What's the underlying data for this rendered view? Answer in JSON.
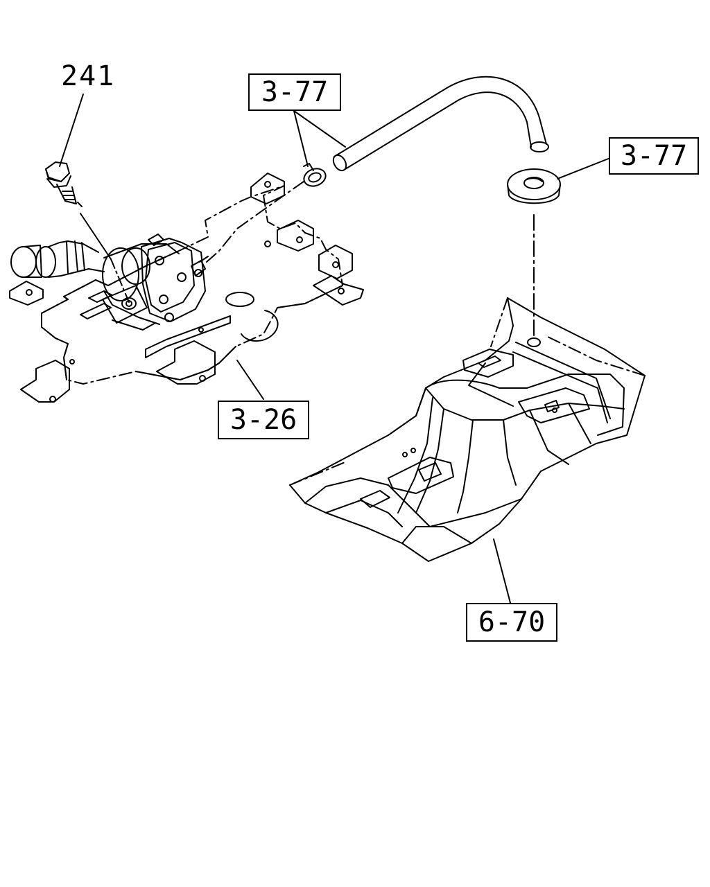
{
  "labels": {
    "bolt": "241",
    "hose_ref": "3-77",
    "grommet_ref": "3-77",
    "bracket_ref": "3-26",
    "floor_ref": "6-70"
  },
  "colors": {
    "line": "#000000",
    "background": "#ffffff"
  },
  "icons": {
    "bolt": "bolt-icon",
    "actuator": "actuator-icon",
    "hose": "hose-icon",
    "clip": "clip-icon",
    "grommet": "grommet-icon",
    "bracket": "bracket-icon",
    "floor_panel": "floor-panel-icon"
  }
}
